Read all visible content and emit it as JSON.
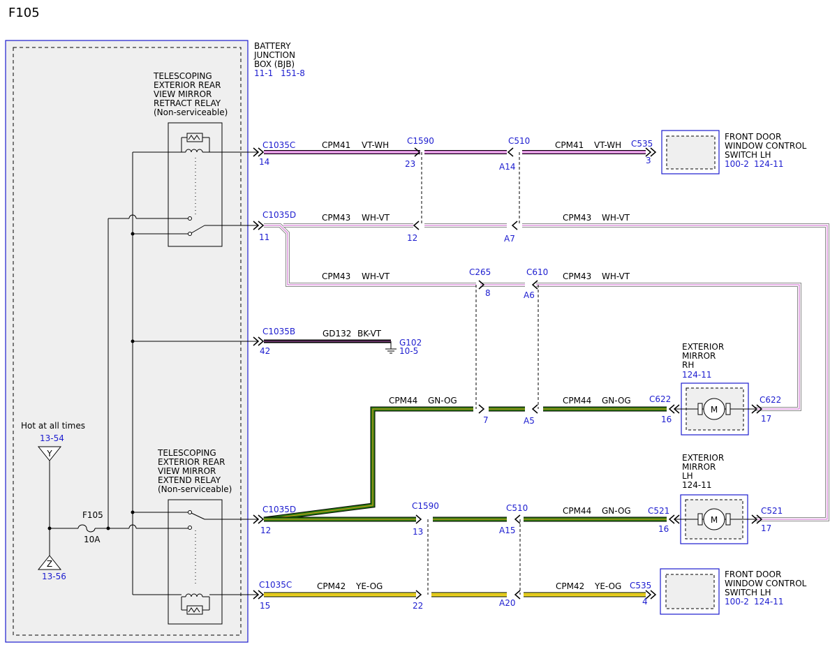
{
  "page": {
    "title": "F105"
  },
  "colors": {
    "blue": "#1c1ccf",
    "box_fill": "#efefef",
    "violet": "#cc66cc",
    "green": "#2e7d10",
    "yellow": "#e8e020",
    "white": "#ffffff",
    "black": "#000000"
  },
  "bjb": {
    "line1": "BATTERY",
    "line2": "JUNCTION",
    "line3": "BOX (BJB)",
    "ref1": "11-1",
    "ref2": "151-8"
  },
  "relay_retract": {
    "line1": "TELESCOPING",
    "line2": "EXTERIOR REAR",
    "line3": "VIEW MIRROR",
    "line4": "RETRACT RELAY",
    "line5": "(Non-serviceable)"
  },
  "relay_extend": {
    "line1": "TELESCOPING",
    "line2": "EXTERIOR REAR",
    "line3": "VIEW MIRROR",
    "line4": "EXTEND RELAY",
    "line5": "(Non-serviceable)"
  },
  "power": {
    "hot_label": "Hot at all times",
    "y_ref": "13-54",
    "y_symbol": "Y",
    "z_ref": "13-56",
    "z_symbol": "Z",
    "fuse": "F105",
    "fuse_rating": "10A"
  },
  "switch_top": {
    "line1": "FRONT DOOR",
    "line2": "WINDOW CONTROL",
    "line3": "SWITCH LH",
    "ref1": "100-2",
    "ref2": "124-11"
  },
  "switch_bottom": {
    "line1": "FRONT DOOR",
    "line2": "WINDOW CONTROL",
    "line3": "SWITCH LH",
    "ref1": "100-2",
    "ref2": "124-11"
  },
  "mirror_rh": {
    "line1": "EXTERIOR",
    "line2": "MIRROR",
    "line3": "RH",
    "ref": "124-11",
    "motor": "M"
  },
  "mirror_lh": {
    "line1": "EXTERIOR",
    "line2": "MIRROR",
    "line3": "LH",
    "ref": "124-11",
    "motor": "M"
  },
  "ground": {
    "name": "G102",
    "ref": "10-5"
  },
  "connectors": {
    "c1035c_a": "C1035C",
    "c1035c_a_pin": "14",
    "c1590_a": "C1590",
    "c1590_a_pin": "23",
    "c510_a": "C510",
    "c510_a_pin": "A14",
    "c535_a": "C535",
    "c535_a_pin": "3",
    "c1035d_a": "C1035D",
    "c1035d_a_pin": "11",
    "c1590_b_pin": "12",
    "c510_b_pin": "A7",
    "c265": "C265",
    "c265_pin": "8",
    "c610": "C610",
    "c610_pin": "A6",
    "c1035b": "C1035B",
    "c1035b_pin": "42",
    "c265_pin2": "7",
    "c610_pin2": "A5",
    "c622_a": "C622",
    "c622_a_pin": "16",
    "c622_b": "C622",
    "c622_b_pin": "17",
    "c1035d_b": "C1035D",
    "c1035d_b_pin": "12",
    "c1590_c": "C1590",
    "c1590_c_pin": "13",
    "c510_c": "C510",
    "c510_c_pin": "A15",
    "c521_a": "C521",
    "c521_a_pin": "16",
    "c521_b": "C521",
    "c521_b_pin": "17",
    "c1035c_b": "C1035C",
    "c1035c_b_pin": "15",
    "c1590_d_pin": "22",
    "c510_d_pin": "A20",
    "c535_b": "C535",
    "c535_b_pin": "4"
  },
  "wires": {
    "w1_circuit": "CPM41",
    "w1_color": "VT-WH",
    "w2_circuit": "CPM41",
    "w2_color": "VT-WH",
    "w3_circuit": "CPM43",
    "w3_color": "WH-VT",
    "w4_circuit": "CPM43",
    "w4_color": "WH-VT",
    "w5_circuit": "CPM43",
    "w5_color": "WH-VT",
    "w6_circuit": "CPM43",
    "w6_color": "WH-VT",
    "w7_circuit": "GD132",
    "w7_color": "BK-VT",
    "w8_circuit": "CPM44",
    "w8_color": "GN-OG",
    "w9_circuit": "CPM44",
    "w9_color": "GN-OG",
    "w10_circuit": "CPM44",
    "w10_color": "GN-OG",
    "w11_circuit": "CPM42",
    "w11_color": "YE-OG",
    "w12_circuit": "CPM42",
    "w12_color": "YE-OG"
  }
}
